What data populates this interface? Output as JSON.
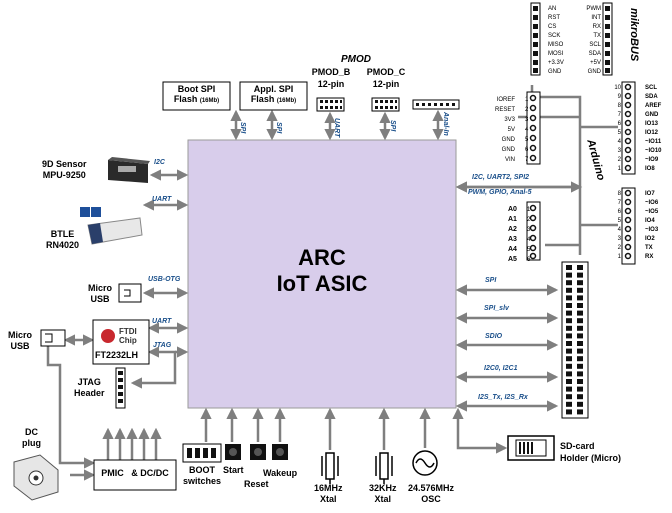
{
  "asic": {
    "line1": "ARC",
    "line2": "IoT ASIC"
  },
  "top_blocks": {
    "boot_spi": {
      "line1": "Boot SPI",
      "line2": "Flash",
      "size": "(16Mb)"
    },
    "appl_spi": {
      "line1": "Appl. SPI",
      "line2": "Flash",
      "size": "(16Mb)"
    },
    "pmod_title": "PMOD",
    "pmod_b": {
      "line1": "PMOD_B",
      "line2": "12-pin"
    },
    "pmod_c": {
      "line1": "PMOD_C",
      "line2": "12-pin"
    }
  },
  "left_blocks": {
    "sensor": {
      "line1": "9D Sensor",
      "line2": "MPU-9250"
    },
    "btle": {
      "line1": "BTLE",
      "line2": "RN4020"
    },
    "micro_usb": {
      "line1": "Micro",
      "line2": "USB"
    },
    "micro_usb2": {
      "line1": "Micro",
      "line2": "USB"
    },
    "ftdi": {
      "label": "FT2232LH",
      "chip_line1": "FTDI",
      "chip_line2": "Chip"
    },
    "jtag_header": {
      "line1": "JTAG",
      "line2": "Header"
    },
    "dc_plug": {
      "line1": "DC",
      "line2": "plug"
    },
    "pmic": "PMIC   & DC/DC"
  },
  "bottom_blocks": {
    "boot_switches": {
      "line1": "BOOT",
      "line2": "switches"
    },
    "start": "Start",
    "reset": "Reset",
    "wakeup": "Wakeup",
    "xtal16": {
      "line1": "16MHz",
      "line2": "Xtal"
    },
    "xtal32": {
      "line1": "32KHz",
      "line2": "Xtal"
    },
    "osc": {
      "line1": "24.576MHz",
      "line2": "OSC"
    }
  },
  "right_blocks": {
    "mikrobus": "mikroBUS",
    "arduino": "Arduino",
    "sd_card": {
      "line1": "SD-card",
      "line2": "Holder (Micro)"
    }
  },
  "buses": {
    "spi_boot": "SPI",
    "spi_appl": "SPI",
    "uart_pmod": "UART",
    "spi_pmod": "SPI",
    "analog_in": "Anal-In",
    "i2c_sensor": "I2C",
    "uart_btle": "UART",
    "usb_otg": "USB-OTG",
    "uart_ftdi": "UART",
    "jtag_ftdi": "JTAG",
    "arduino_bus1": "I2C, UART2, SPI2",
    "arduino_bus2": "PWM, GPIO, Anal-5",
    "spi_r": "SPI",
    "spi_slv": "SPI_slv",
    "sdio": "SDIO",
    "i2c_r": "I2C0, I2C1",
    "i2s": "I2S_Tx, I2S_Rx"
  },
  "mikrobus_pins_left": [
    "AN",
    "RST",
    "CS",
    "SCK",
    "MISO",
    "MOSI",
    "+3.3V",
    "GND"
  ],
  "mikrobus_pins_right": [
    "PWM",
    "INT",
    "RX",
    "TX",
    "SCL",
    "SDA",
    "+5V",
    "GND"
  ],
  "power_header_pins": [
    "IOREF",
    "RESET",
    "3V3",
    "5V",
    "GND",
    "GND",
    "VIN"
  ],
  "power_header_nums": [
    "1",
    "2",
    "3",
    "4",
    "5",
    "6",
    "7"
  ],
  "analog_pins": [
    "A0",
    "A1",
    "A2",
    "A3",
    "A4",
    "A5"
  ],
  "analog_nums": [
    "1",
    "2",
    "3",
    "4",
    "5",
    "6"
  ],
  "arduino_top_pins": [
    "SCL",
    "SDA",
    "AREF",
    "GND",
    "IO13",
    "IO12",
    "~IO11",
    "~IO10",
    "~IO9",
    "IO8"
  ],
  "arduino_top_nums": [
    "10",
    "9",
    "8",
    "7",
    "6",
    "5",
    "4",
    "3",
    "2",
    "1"
  ],
  "arduino_bot_pins": [
    "IO7",
    "~IO6",
    "~IO5",
    "IO4",
    "~IO3",
    "IO2",
    "TX",
    "RX"
  ],
  "arduino_bot_nums": [
    "8",
    "7",
    "6",
    "5",
    "4",
    "3",
    "2",
    "1"
  ],
  "colors": {
    "asic_fill": "#d8cdeb",
    "arrow": "#7f7f7f",
    "bus_text": "#1a4f8a"
  }
}
